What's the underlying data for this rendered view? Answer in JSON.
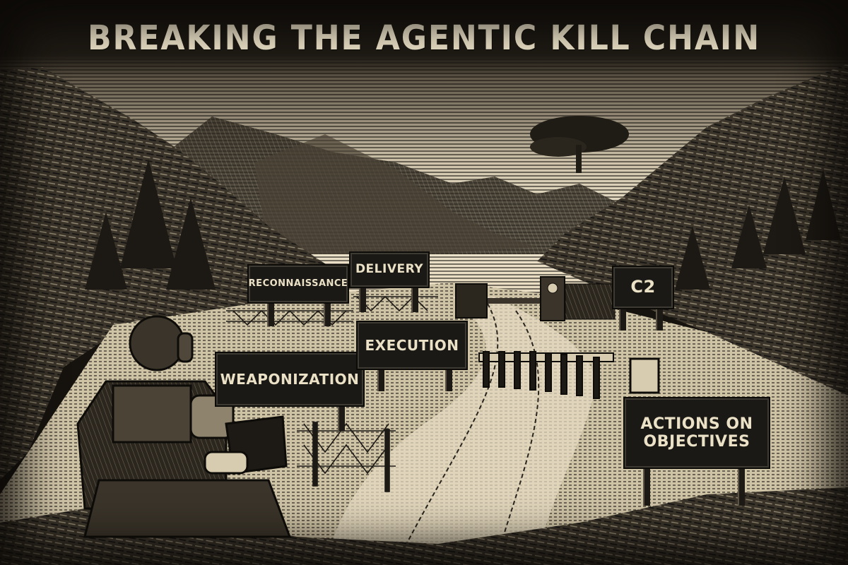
{
  "title": "BREAKING THE AGENTIC KILL CHAIN",
  "signs": {
    "reconnaissance": "RECONNAISSANCE",
    "delivery": "DELIVERY",
    "weaponization": "WEAPONIZATION",
    "execution": "EXECUTION",
    "c2": "C2",
    "actions_on_objectives": "ACTIONS ON OBJECTIVES"
  },
  "figures": {
    "agent": "robot-agent-with-laptop"
  },
  "colors": {
    "ink": "#1b1915",
    "paper": "#ece2c8",
    "frame": "#16130f"
  }
}
